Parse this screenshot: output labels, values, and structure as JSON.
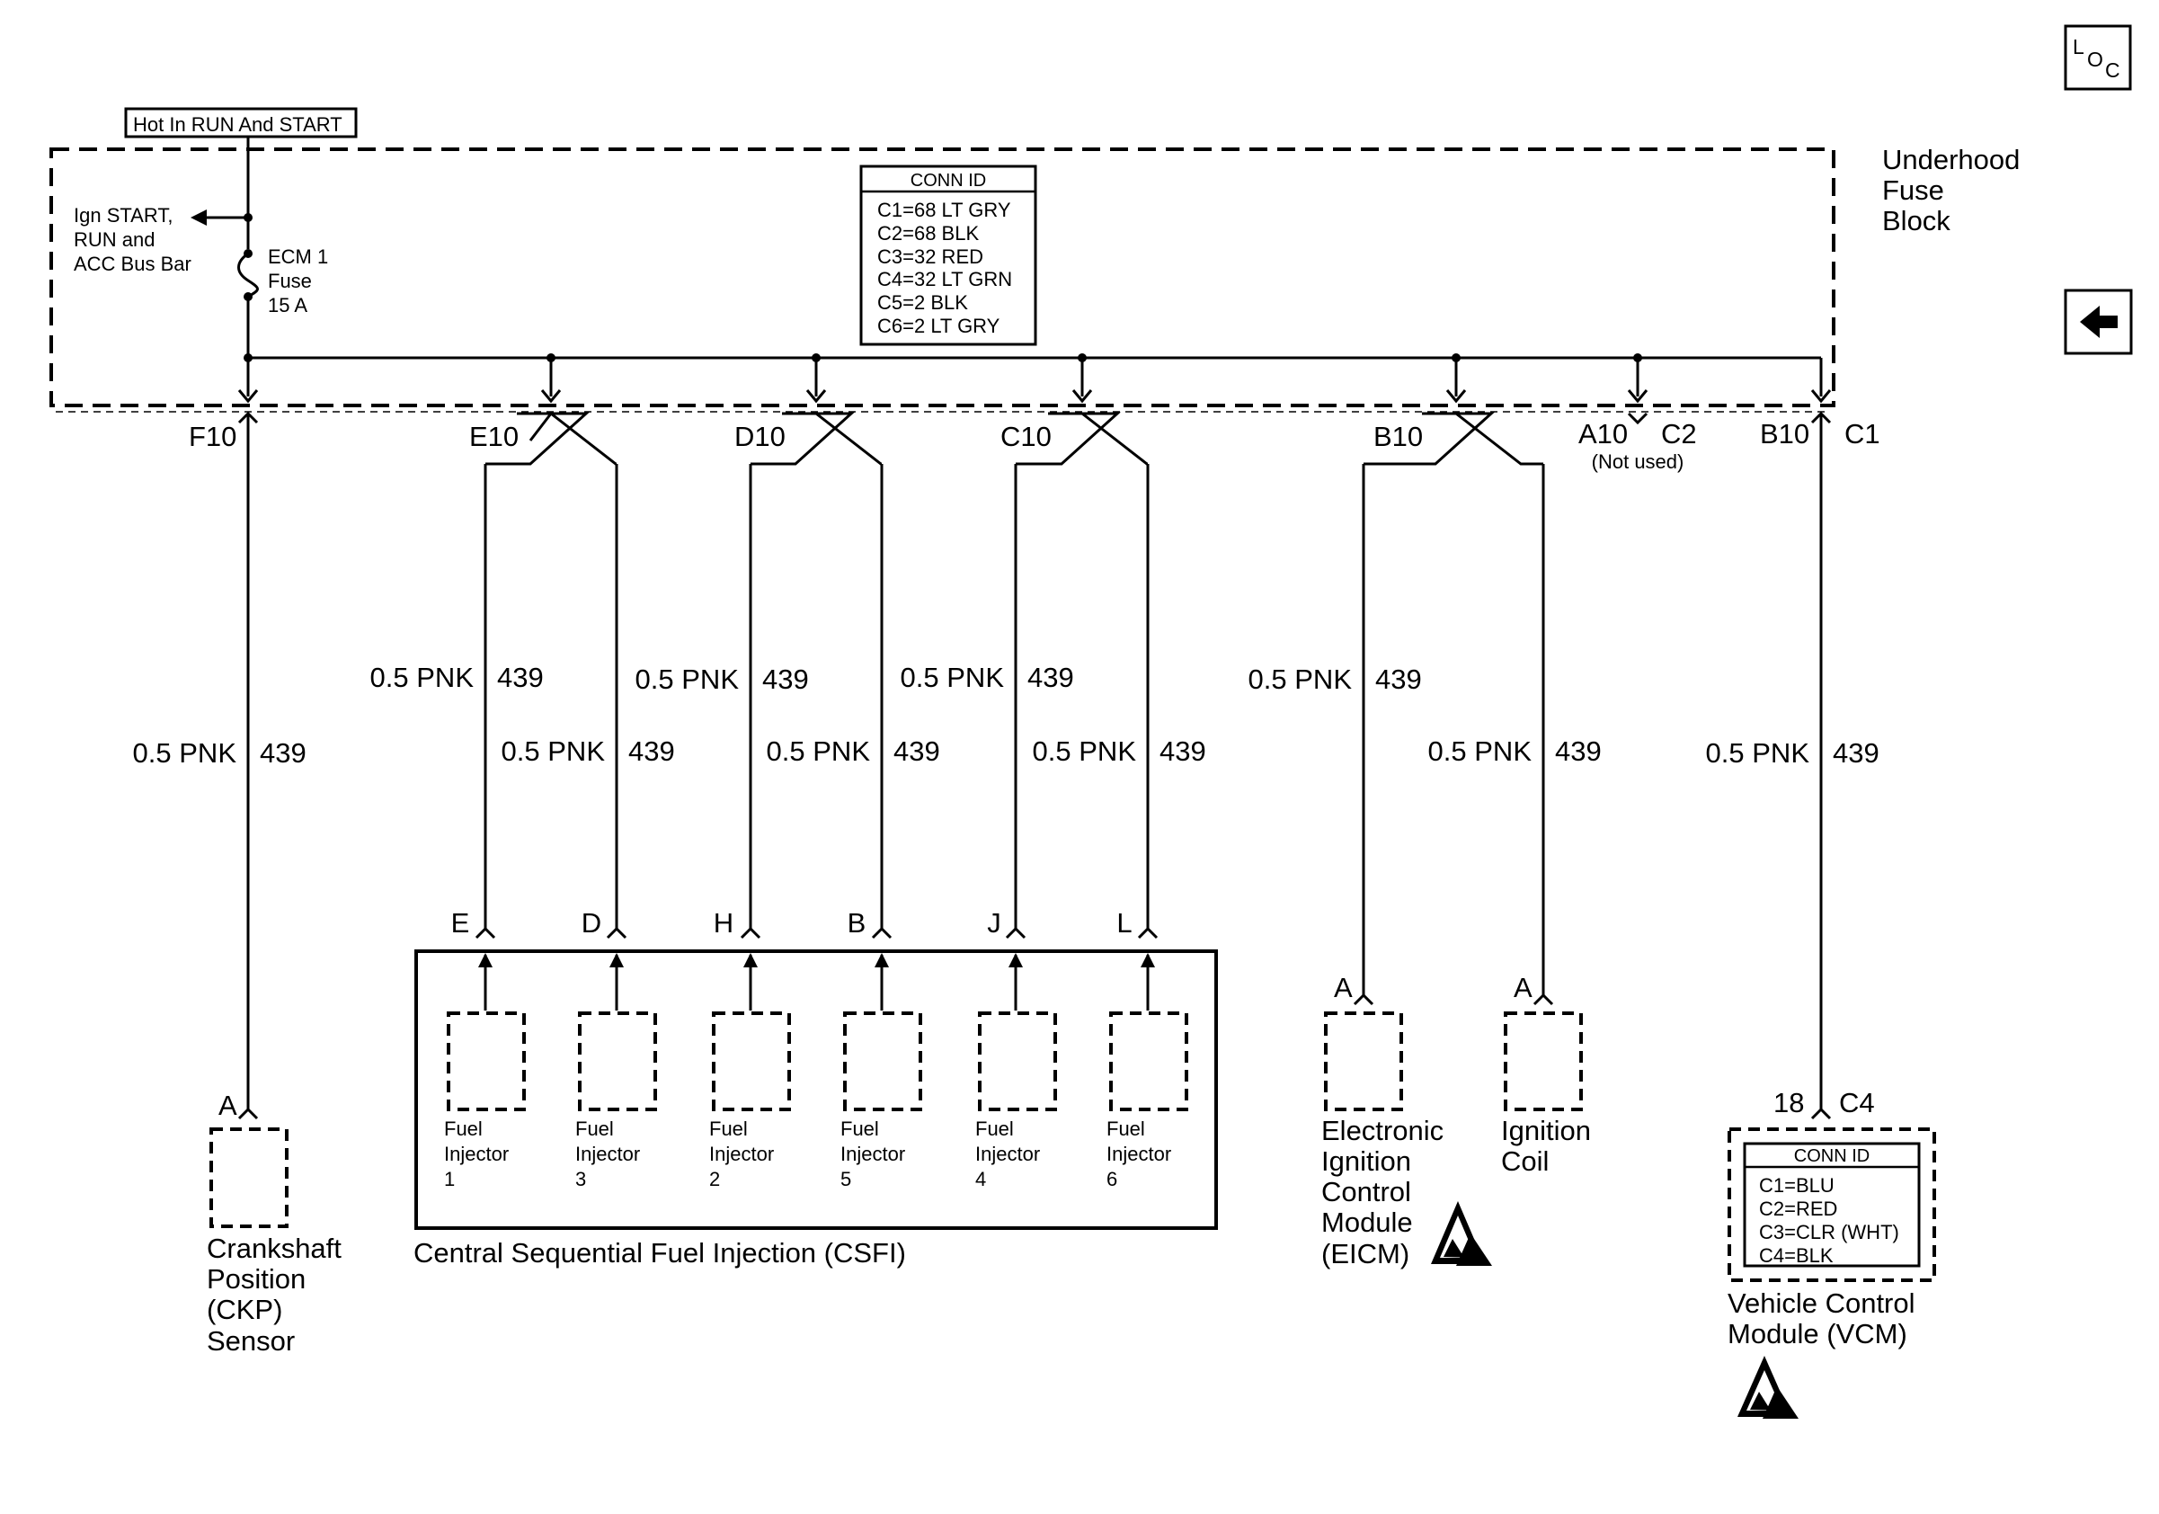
{
  "hot_label": "Hot In RUN And START",
  "bus_bar": [
    "Ign START,",
    "RUN and",
    "ACC Bus Bar"
  ],
  "fuse": [
    "ECM 1",
    "Fuse",
    "15 A"
  ],
  "fuse_block": [
    "Underhood",
    "Fuse",
    "Block"
  ],
  "conn_id_top": {
    "title": "CONN ID",
    "rows": [
      "C1=68 LT GRY",
      "C2=68 BLK",
      "C3=32 RED",
      "C4=32 LT GRN",
      "C5=2 BLK",
      "C6=2 LT GRY"
    ]
  },
  "terminals": {
    "f10": "F10",
    "e10": "E10",
    "d10": "D10",
    "c10": "C10",
    "b10a": "B10",
    "a10": "A10",
    "c2": "C2",
    "not_used": "(Not used)",
    "b10b": "B10",
    "c1": "C1"
  },
  "wire": {
    "gauge": "0.5 PNK",
    "circuit": "439"
  },
  "csfi": {
    "title": "Central Sequential Fuel Injection (CSFI)",
    "pins": [
      "E",
      "D",
      "H",
      "B",
      "J",
      "L"
    ],
    "injectors": [
      [
        "Fuel",
        "Injector",
        "1"
      ],
      [
        "Fuel",
        "Injector",
        "3"
      ],
      [
        "Fuel",
        "Injector",
        "2"
      ],
      [
        "Fuel",
        "Injector",
        "5"
      ],
      [
        "Fuel",
        "Injector",
        "4"
      ],
      [
        "Fuel",
        "Injector",
        "6"
      ]
    ]
  },
  "ckp": {
    "pin": "A",
    "label": [
      "Crankshaft",
      "Position",
      "(CKP)",
      "Sensor"
    ]
  },
  "eicm": {
    "pin": "A",
    "label": [
      "Electronic",
      "Ignition",
      "Control",
      "Module",
      "(EICM)"
    ]
  },
  "coil": {
    "pin": "A",
    "label": [
      "Ignition",
      "Coil"
    ]
  },
  "vcm": {
    "pin": "18",
    "connector": "C4",
    "conn_title": "CONN ID",
    "conn_rows": [
      "C1=BLU",
      "C2=RED",
      "C3=CLR (WHT)",
      "C4=BLK"
    ],
    "label": [
      "Vehicle Control",
      "Module (VCM)"
    ]
  },
  "loc_button": {
    "l": "L",
    "o": "O",
    "c": "C"
  }
}
